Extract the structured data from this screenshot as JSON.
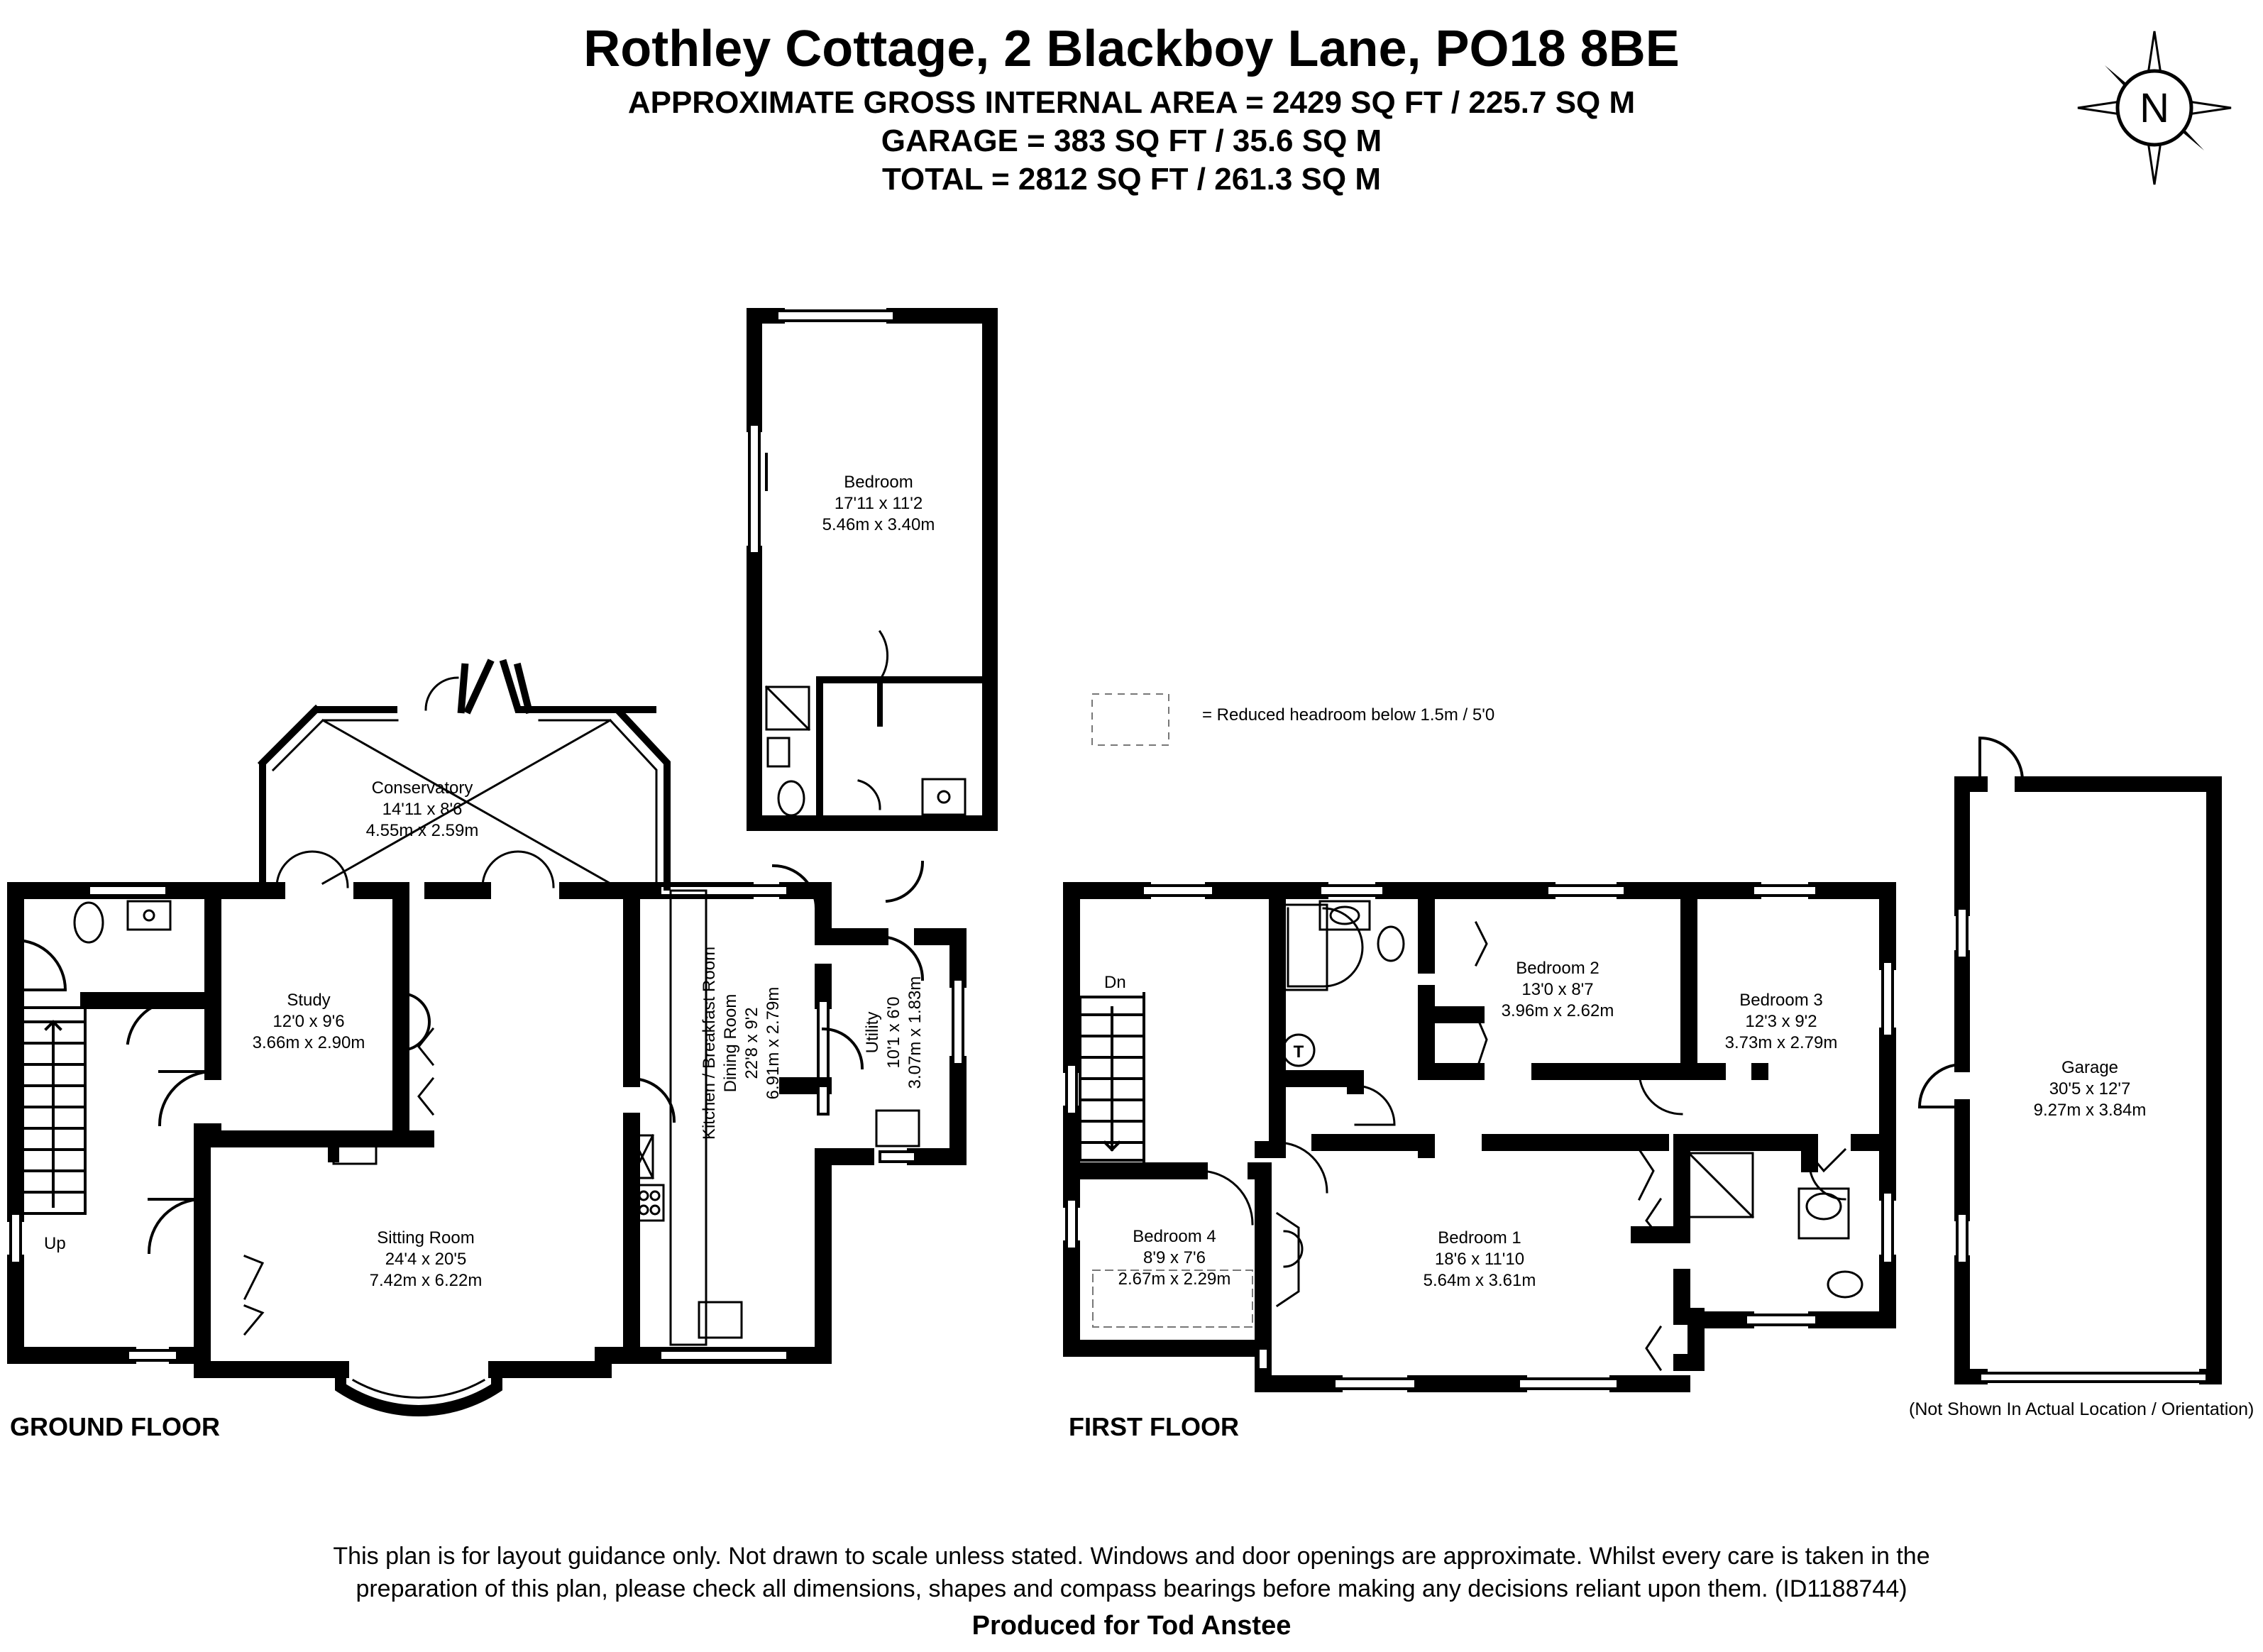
{
  "header": {
    "title": "Rothley Cottage, 2 Blackboy Lane, PO18 8BE",
    "area_line": "APPROXIMATE GROSS INTERNAL AREA = 2429 SQ FT / 225.7 SQ M",
    "garage_line": "GARAGE = 383 SQ FT / 35.6 SQ M",
    "total_line": "TOTAL = 2812 SQ FT / 261.3 SQ M"
  },
  "compass": {
    "label": "N",
    "icon": "compass-north-icon"
  },
  "legend": {
    "text": "= Reduced headroom below 1.5m / 5'0"
  },
  "floors": {
    "ground": "GROUND FLOOR",
    "first": "FIRST FLOOR"
  },
  "stairs": {
    "up": "Up",
    "down": "Dn"
  },
  "rooms": {
    "annex_bedroom": {
      "name": "Bedroom",
      "imperial": "17'11 x 11'2",
      "metric": "5.46m x 3.40m"
    },
    "conservatory": {
      "name": "Conservatory",
      "imperial": "14'11 x 8'6",
      "metric": "4.55m x 2.59m"
    },
    "study": {
      "name": "Study",
      "imperial": "12'0 x 9'6",
      "metric": "3.66m x 2.90m"
    },
    "sitting_room": {
      "name": "Sitting Room",
      "imperial": "24'4 x 20'5",
      "metric": "7.42m x 6.22m"
    },
    "kitchen": {
      "name": "Kitchen / Breakfast Room",
      "name2": "Dining Room",
      "imperial": "22'8 x 9'2",
      "metric": "6.91m x 2.79m"
    },
    "utility": {
      "name": "Utility",
      "imperial": "10'1 x 6'0",
      "metric": "3.07m x 1.83m"
    },
    "bedroom2": {
      "name": "Bedroom 2",
      "imperial": "13'0 x 8'7",
      "metric": "3.96m x 2.62m"
    },
    "bedroom3": {
      "name": "Bedroom 3",
      "imperial": "12'3 x 9'2",
      "metric": "3.73m x 2.79m"
    },
    "bedroom4": {
      "name": "Bedroom 4",
      "imperial": "8'9 x 7'6",
      "metric": "2.67m x 2.29m"
    },
    "bedroom1": {
      "name": "Bedroom 1",
      "imperial": "18'6 x 11'10",
      "metric": "5.64m x 3.61m"
    },
    "garage": {
      "name": "Garage",
      "imperial": "30'5 x 12'7",
      "metric": "9.27m x 3.84m"
    }
  },
  "tank_label": "T",
  "garage_note": "(Not Shown In Actual Location / Orientation)",
  "disclaimer": {
    "line1": "This plan is for layout guidance only. Not drawn to scale unless stated. Windows and door openings are approximate. Whilst every care is taken in the",
    "line2": "preparation of this plan, please check all dimensions, shapes and compass bearings before making any decisions reliant upon them. (ID1188744)"
  },
  "produced_by": "Produced for Tod Anstee"
}
